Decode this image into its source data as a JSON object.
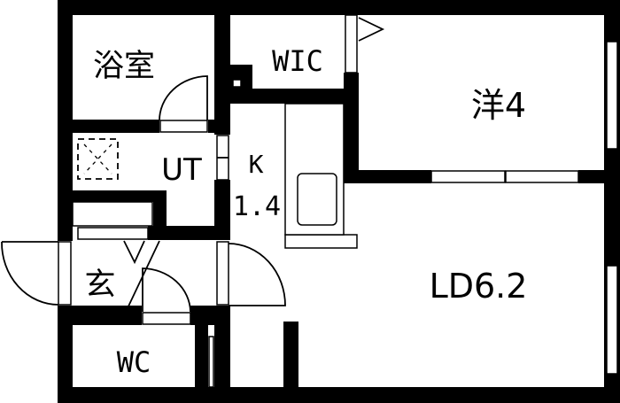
{
  "floorplan": {
    "rooms": {
      "bath": "浴室",
      "wic": "WIC",
      "western": "洋4",
      "utility": "UT",
      "kitchen": "K",
      "kitchen_size": "1.4",
      "entrance": "玄",
      "toilet": "WC",
      "living_dining": "LD6.2"
    },
    "colors": {
      "wall": "#000000",
      "floor": "#ffffff"
    }
  }
}
